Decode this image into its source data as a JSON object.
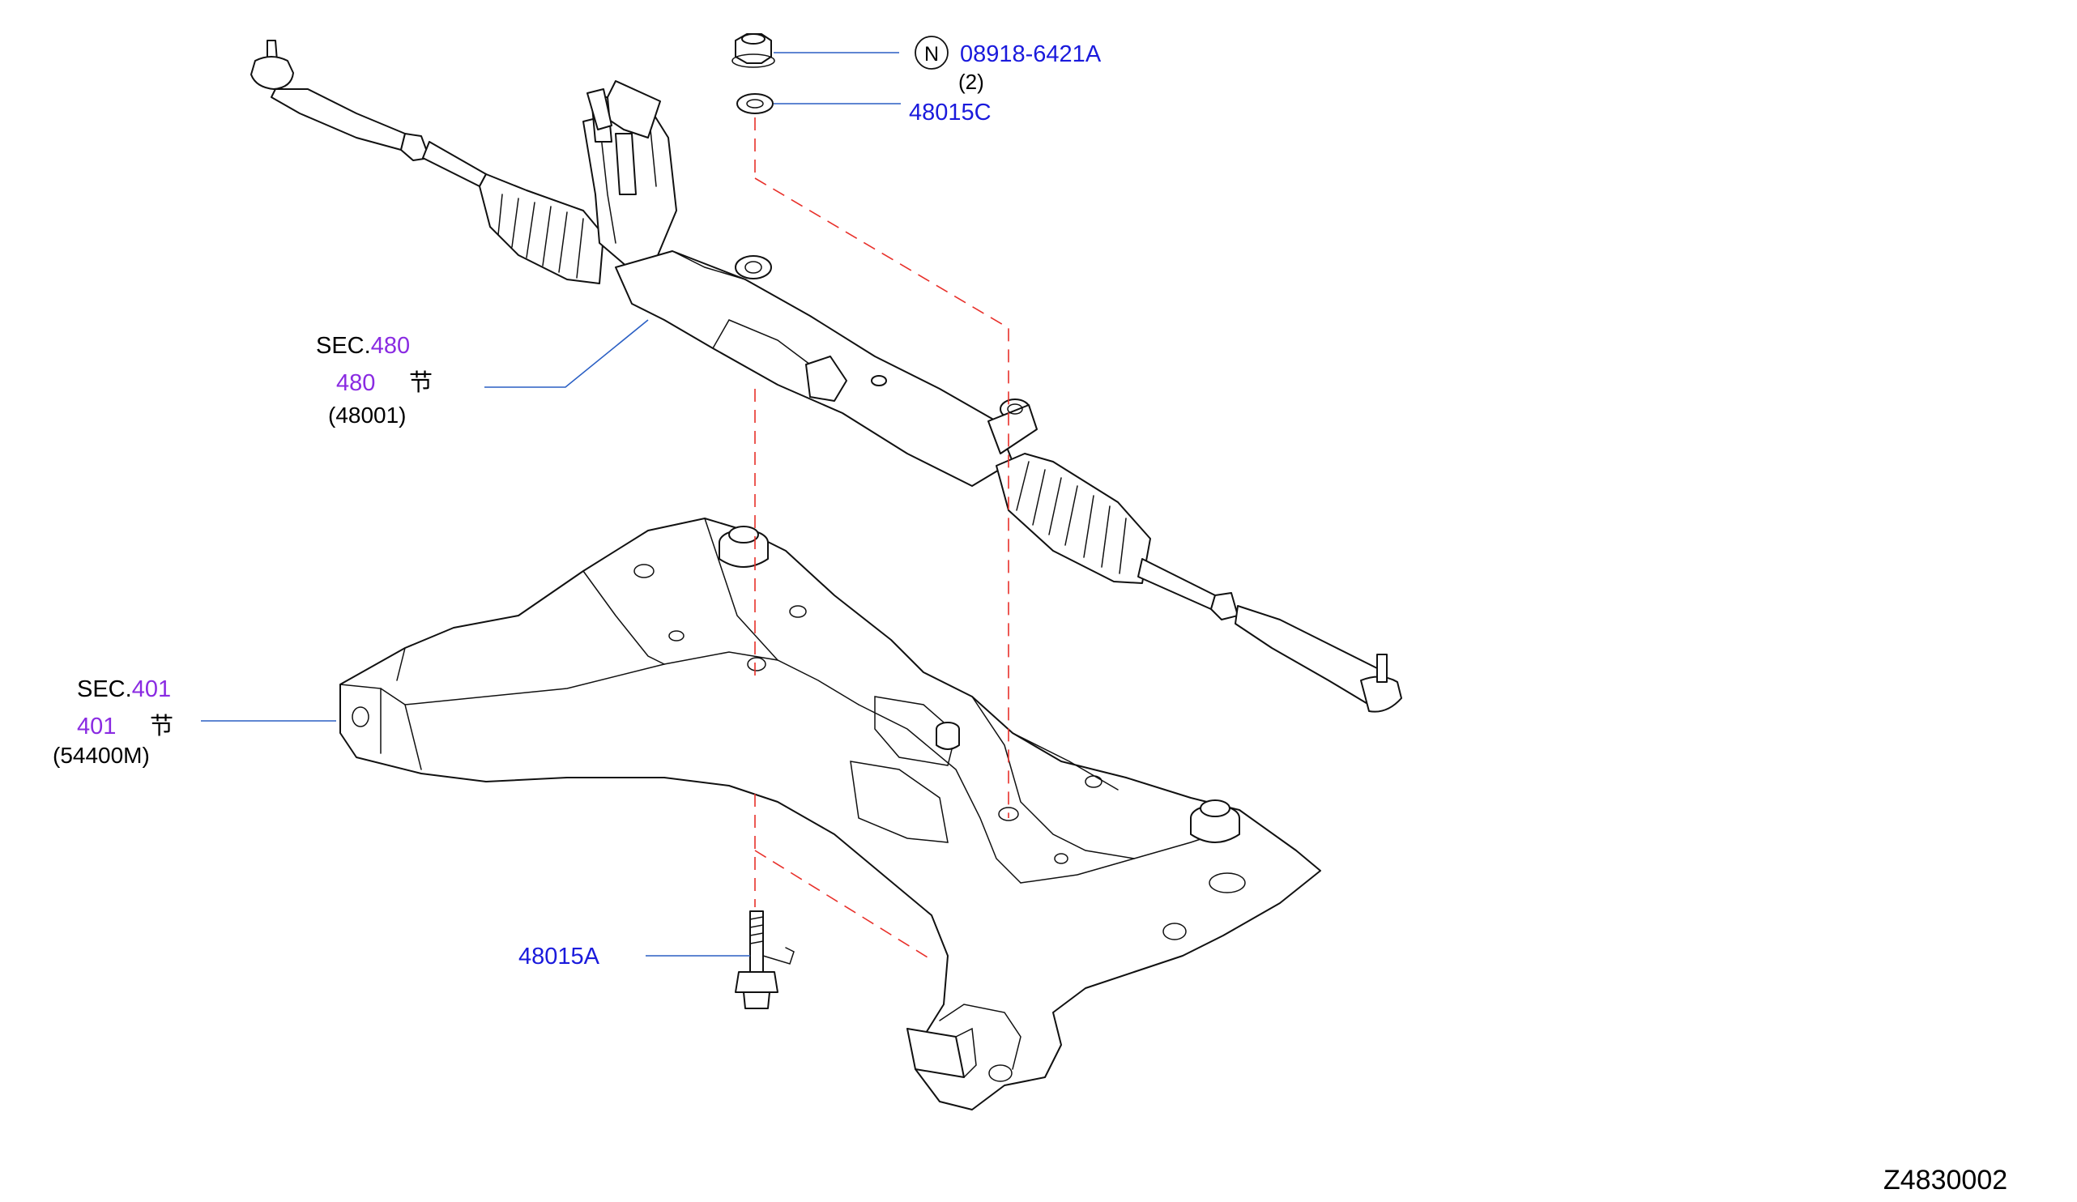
{
  "callouts": {
    "nut": {
      "marker": "N",
      "part_no": "08918-6421A",
      "qty": "(2)"
    },
    "washer": {
      "part_no": "48015C"
    },
    "bolt": {
      "part_no": "48015A"
    },
    "steering_gear": {
      "sec_prefix": "SEC.",
      "sec_no": "480",
      "section": "480",
      "jie": "节",
      "part_no": "(48001)"
    },
    "member": {
      "sec_prefix": "SEC.",
      "sec_no": "401",
      "section": "401",
      "jie": "节",
      "part_no": "(54400M)"
    }
  },
  "diagram_id": "Z4830002",
  "colors": {
    "callout_text": "#1a1adc",
    "section_link": "#8a2be2",
    "leader_line": "#2a5fc4",
    "alignment_dash": "#e8302a"
  }
}
